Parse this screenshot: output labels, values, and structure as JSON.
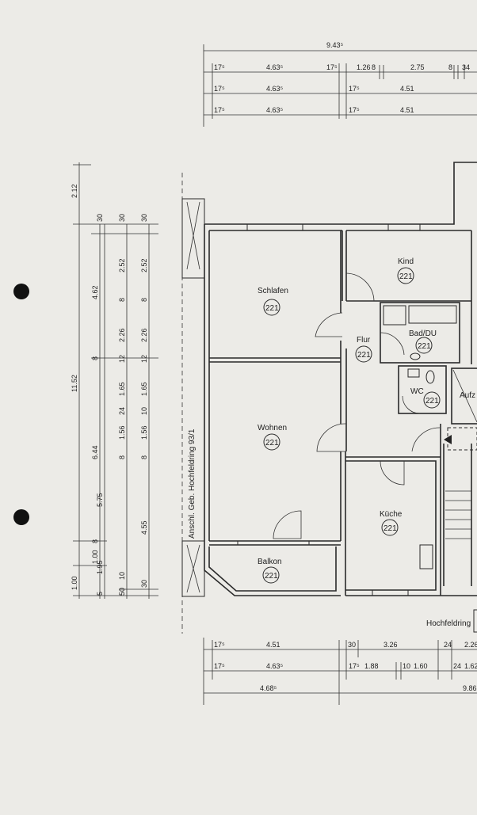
{
  "rooms": {
    "schlafen": {
      "name": "Schlafen",
      "num": "221"
    },
    "kind": {
      "name": "Kind",
      "num": "221"
    },
    "flur": {
      "name": "Flur",
      "num": "221"
    },
    "bad": {
      "name": "Bad/DU",
      "num": "221"
    },
    "wc": {
      "name": "WC",
      "num": "221"
    },
    "wohnen": {
      "name": "Wohnen",
      "num": "221"
    },
    "kueche": {
      "name": "Küche",
      "num": "221"
    },
    "balkon": {
      "name": "Balkon",
      "num": "221"
    },
    "aufzug": {
      "name": "Aufz"
    }
  },
  "labels": {
    "street": "Hochfeldring",
    "adjacent": "Anschl. Geb. Hochfeldring 93/1"
  },
  "dims_top": {
    "total": "9.43⁵",
    "r1": [
      "17⁵",
      "4.63⁵",
      "17⁵",
      "1.26",
      "8",
      "2.75",
      "8",
      "34"
    ],
    "r2": [
      "17⁵",
      "4.63⁵",
      "17⁵",
      "4.51"
    ],
    "r3": [
      "17⁵",
      "4.63⁵",
      "17⁵",
      "4.51"
    ]
  },
  "dims_left": {
    "c1": [
      "2.12",
      "11.52",
      "1.00"
    ],
    "c2": [
      "4.62",
      "8",
      "6.44",
      "8",
      "1.00"
    ],
    "c3": [
      "30",
      "5.75",
      "1.95",
      "5"
    ],
    "c4": [
      "30",
      "2.52",
      "8",
      "2.26",
      "12",
      "1.65",
      "24",
      "1.56",
      "8",
      "10",
      "50"
    ],
    "c5": [
      "30",
      "2.52",
      "8",
      "2.26",
      "12",
      "1.65",
      "10",
      "1.56",
      "8",
      "4.55",
      "30"
    ]
  },
  "dims_bottom": {
    "r1": [
      "17⁵",
      "4.51",
      "30",
      "3.26",
      "24",
      "2.26"
    ],
    "r2": [
      "17⁵",
      "4.63⁵",
      "17⁵",
      "1.88",
      "10",
      "1.60",
      "24",
      "1.62"
    ],
    "r3": [
      "4.68⁵",
      "9.86"
    ]
  }
}
